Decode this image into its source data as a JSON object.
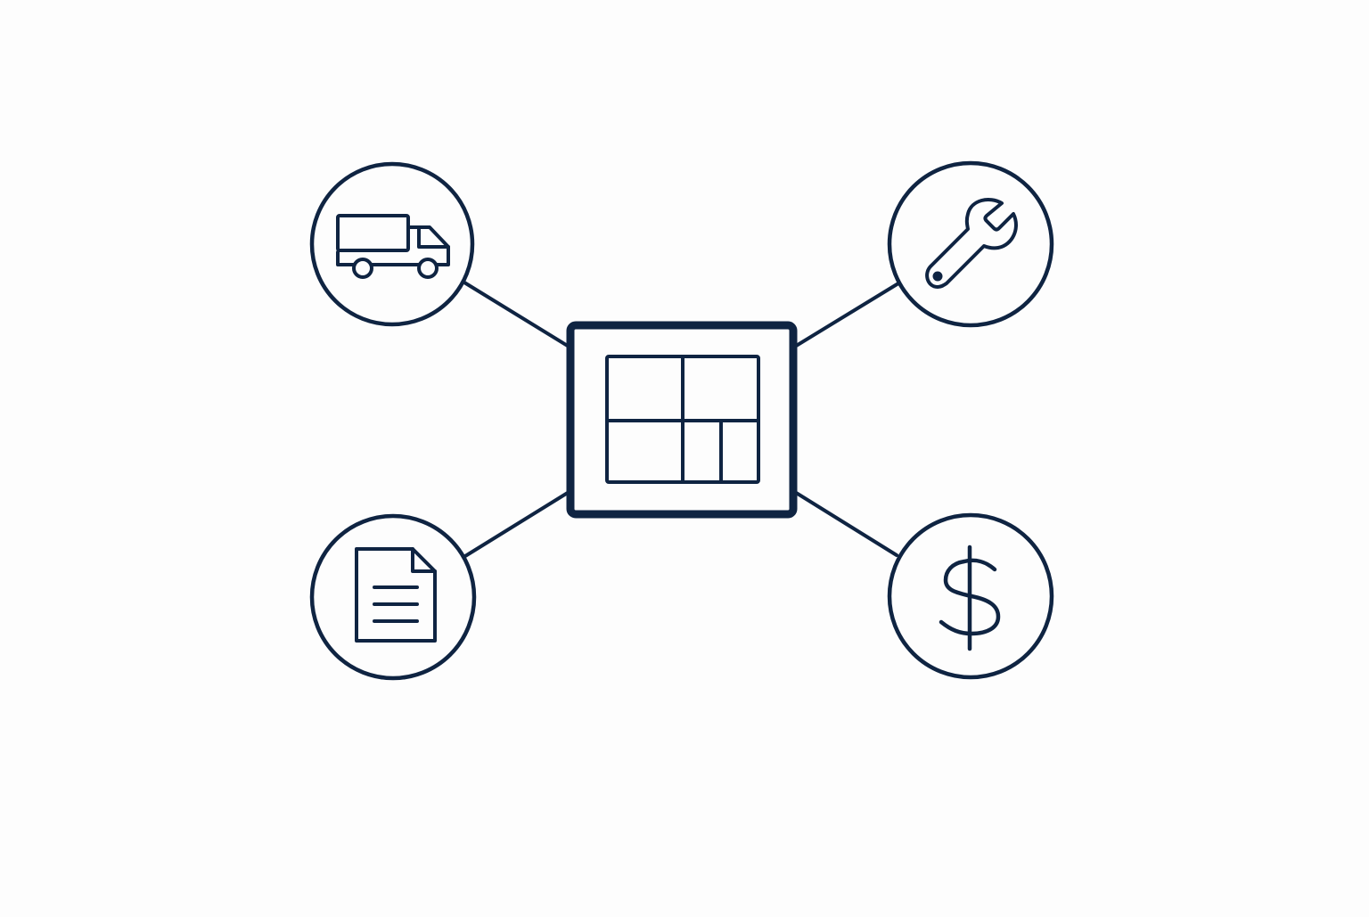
{
  "diagram": {
    "stroke_color": "#0f2442",
    "background_color": "#fdfdfd",
    "hub": {
      "icon": "layout-grid-icon"
    },
    "nodes": [
      {
        "id": "shipping",
        "icon": "truck-icon"
      },
      {
        "id": "maintenance",
        "icon": "wrench-icon"
      },
      {
        "id": "documents",
        "icon": "document-icon"
      },
      {
        "id": "finance",
        "icon": "dollar-icon",
        "glyph": "$"
      }
    ]
  }
}
